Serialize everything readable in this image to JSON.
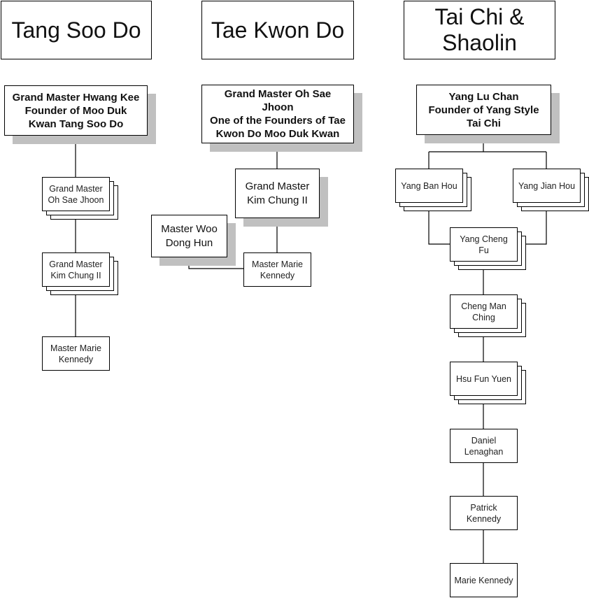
{
  "columns": [
    {
      "title": "Tang Soo Do",
      "root": "Grand Master Hwang Kee Founder of Moo Duk Kwan Tang Soo Do",
      "root_lines": [
        "Grand Master Hwang Kee",
        "Founder of Moo Duk",
        "Kwan Tang Soo Do"
      ],
      "nodes": [
        {
          "lines": [
            "Grand Master",
            "Oh Sae Jhoon"
          ],
          "style": "stacked"
        },
        {
          "lines": [
            "Grand Master",
            "Kim Chung II"
          ],
          "style": "stacked"
        },
        {
          "lines": [
            "Master Marie",
            "Kennedy"
          ],
          "style": "plain"
        }
      ]
    },
    {
      "title": "Tae Kwon Do",
      "root_lines": [
        "Grand Master Oh Sae",
        "Jhoon",
        "One of the Founders of Tae",
        "Kwon Do Moo Duk Kwan"
      ],
      "nodes": [
        {
          "lines": [
            "Grand Master",
            "Kim Chung II"
          ],
          "style": "shadow"
        },
        {
          "lines": [
            "Master Woo",
            "Dong Hun"
          ],
          "style": "shadow"
        },
        {
          "lines": [
            "Master Marie",
            "Kennedy"
          ],
          "style": "plain"
        }
      ]
    },
    {
      "title_lines": [
        "Tai Chi &",
        "Shaolin"
      ],
      "root_lines": [
        "Yang Lu Chan",
        "Founder of Yang Style",
        "Tai Chi"
      ],
      "nodes": [
        {
          "lines": [
            "Yang Ban Hou"
          ],
          "style": "stacked"
        },
        {
          "lines": [
            "Yang Jian Hou"
          ],
          "style": "stacked"
        },
        {
          "lines": [
            "Yang Cheng",
            "Fu"
          ],
          "style": "stacked"
        },
        {
          "lines": [
            "Cheng Man",
            "Ching"
          ],
          "style": "stacked"
        },
        {
          "lines": [
            "Hsu Fun Yuen"
          ],
          "style": "stacked"
        },
        {
          "lines": [
            "Daniel",
            "Lenaghan"
          ],
          "style": "plain"
        },
        {
          "lines": [
            "Patrick",
            "Kennedy"
          ],
          "style": "plain"
        },
        {
          "lines": [
            "Marie Kennedy"
          ],
          "style": "plain"
        }
      ]
    }
  ],
  "colors": {
    "line": "#000000",
    "shadow": "#c0c0c0",
    "box": "#ffffff"
  }
}
